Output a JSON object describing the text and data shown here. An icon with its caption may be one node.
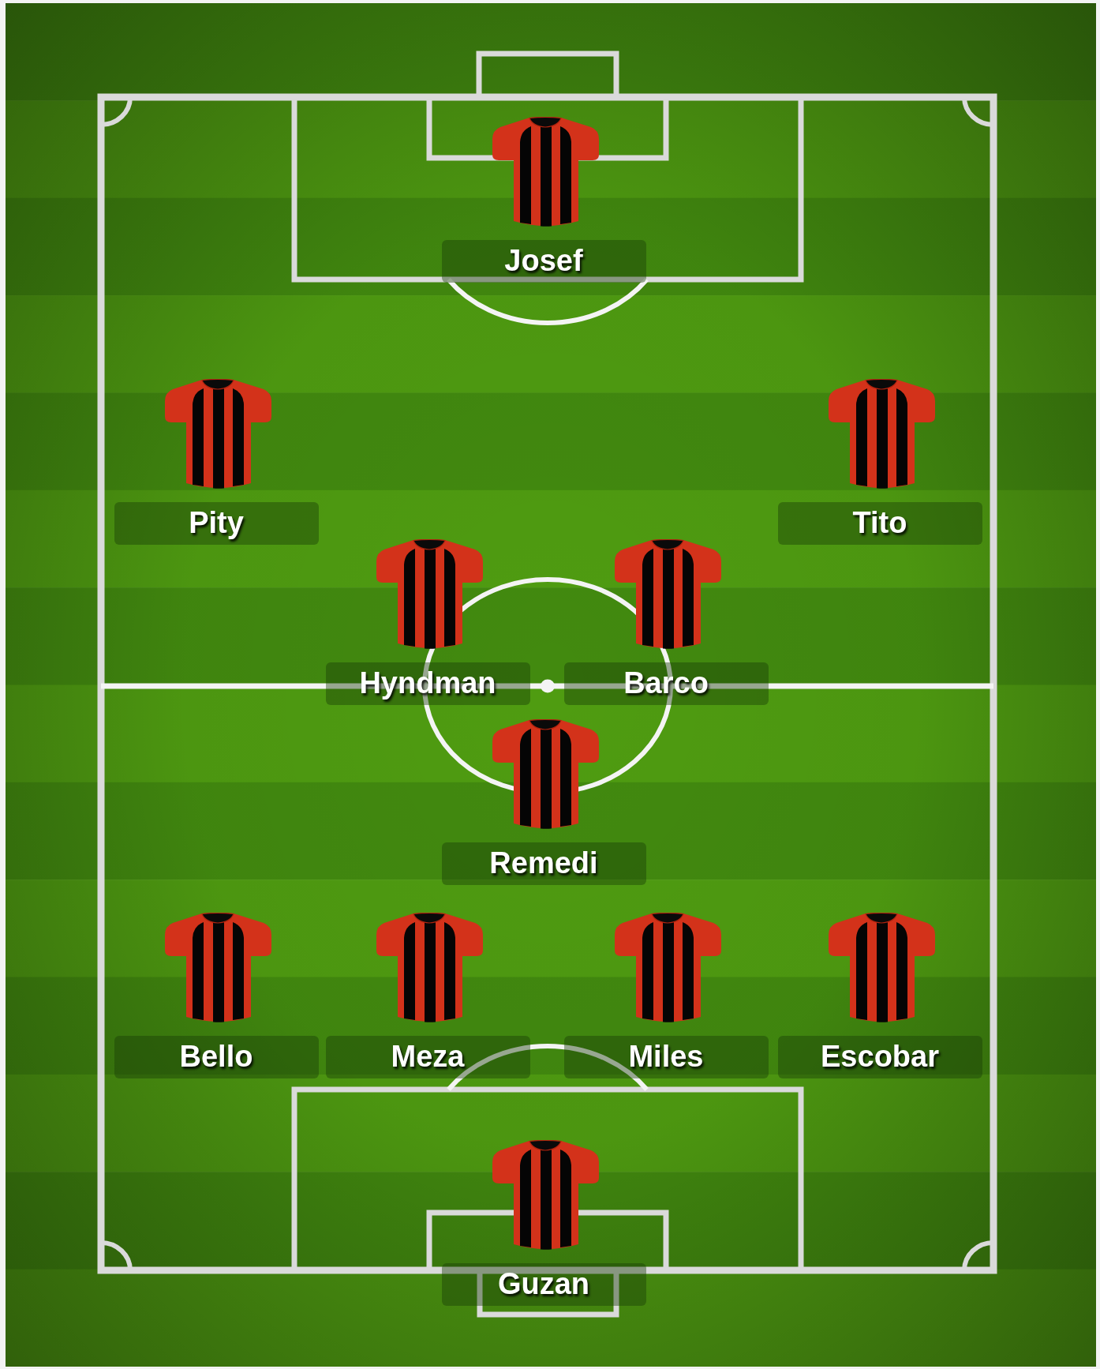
{
  "diagram": {
    "nodes": [
      {
        "text": [
          "Josef"
        ]
      },
      {
        "text": [
          "Pity"
        ]
      },
      {
        "text": [
          "Tito"
        ]
      },
      {
        "text": [
          "Hyndman"
        ]
      },
      {
        "text": [
          "Barco"
        ]
      },
      {
        "text": [
          "Remedi"
        ]
      },
      {
        "text": [
          "Bello"
        ]
      },
      {
        "text": [
          "Meza"
        ]
      },
      {
        "text": [
          "Miles"
        ]
      },
      {
        "text": [
          "Escobar"
        ]
      },
      {
        "text": [
          "Guzan"
        ]
      }
    ]
  }
}
